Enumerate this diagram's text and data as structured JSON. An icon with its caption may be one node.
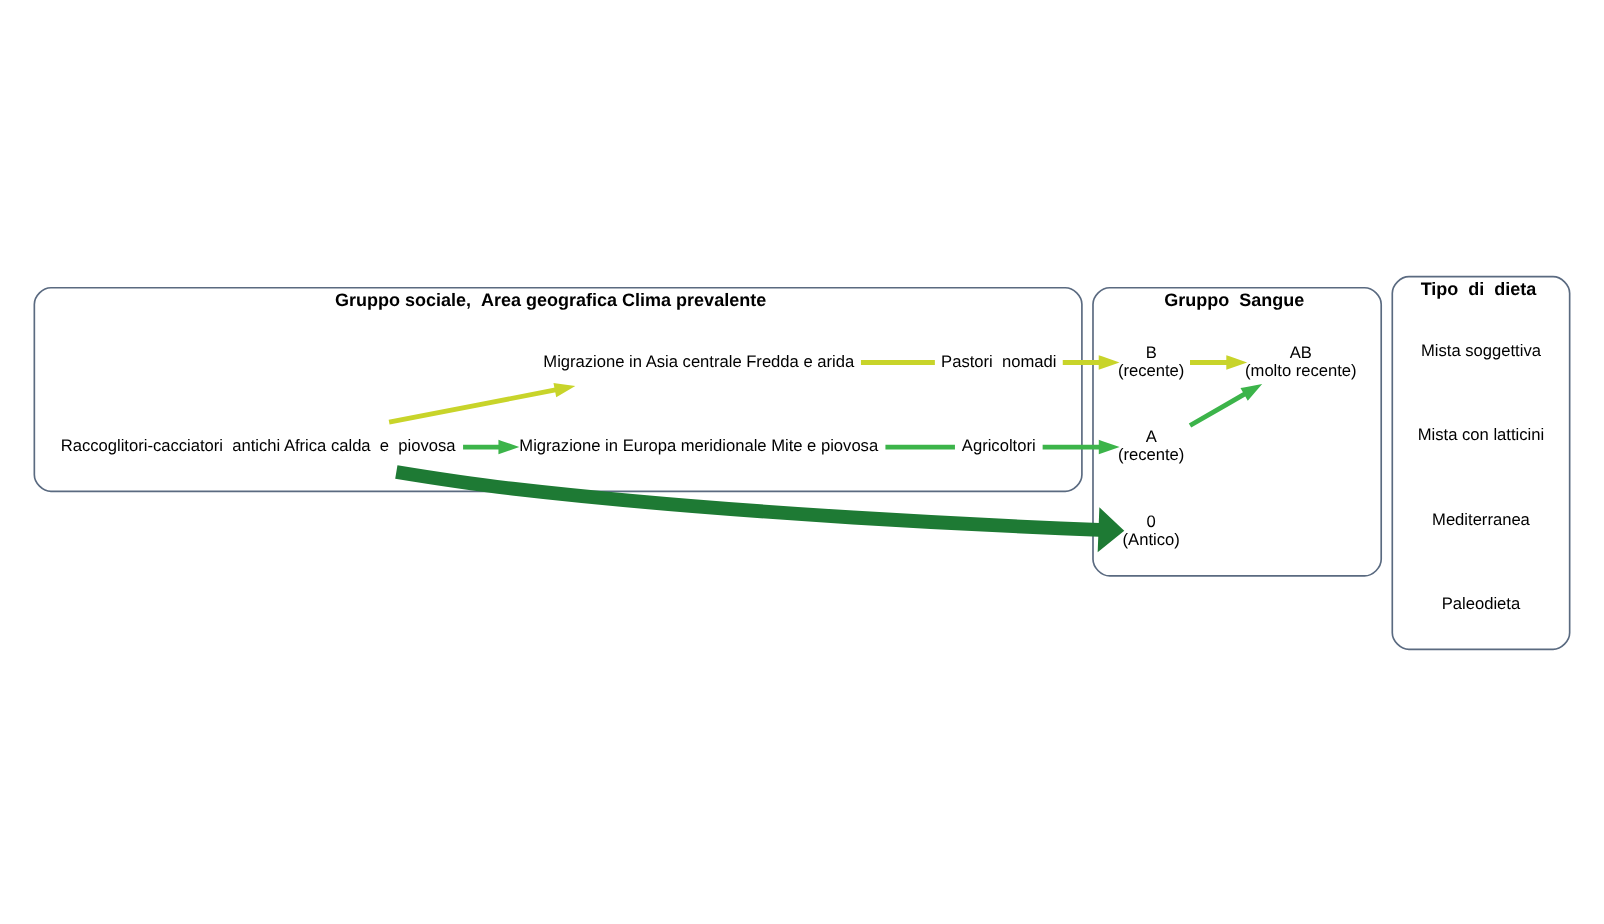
{
  "diagram": {
    "nodes": [
      {
        "text": [
          "Gruppo sociale,  Area geografica Clima prevalente"
        ]
      },
      {
        "text": [
          "Raccoglitori-cacciatori  antichi Africa calda  e  piovosa"
        ],
        "in": 0
      },
      {
        "text": [
          "Migrazione in Europa meridionale Mite e piovosa"
        ],
        "in": 0
      },
      {
        "text": [
          "Agricoltori"
        ],
        "in": 0
      },
      {
        "text": [
          "Migrazione in Asia centrale Fredda e arida"
        ],
        "in": 0
      },
      {
        "text": [
          "Pastori  nomadi"
        ],
        "in": 0
      },
      {
        "text": [
          "Gruppo  Sangue"
        ]
      },
      {
        "text": [
          "0",
          "(Antico)"
        ],
        "in": 6
      },
      {
        "text": [
          "A",
          "(recente)"
        ],
        "in": 6
      },
      {
        "text": [
          "AB",
          "(molto recente)"
        ],
        "in": 6
      },
      {
        "text": [
          "B",
          "(recente)"
        ],
        "in": 6
      },
      {
        "text": [
          "Tipo  di  dieta"
        ]
      },
      {
        "text": [
          "Paleodieta"
        ],
        "in": 11
      },
      {
        "text": [
          "Mediterranea"
        ],
        "in": 11
      },
      {
        "text": [
          "Mista soggettiva"
        ],
        "in": 11
      },
      {
        "text": [
          "Mista con latticini"
        ],
        "in": 11
      }
    ],
    "edges": [
      {
        "from": 1,
        "to": 7,
        "arrow": "to",
        "style": "thick",
        "color": "#1e7a34"
      },
      {
        "from": 1,
        "to": 2,
        "arrow": "to",
        "color": "#3cb44a"
      },
      {
        "from": 1,
        "to": 4,
        "arrow": "to",
        "color": "#c8d42a"
      },
      {
        "from": 2,
        "to": 3,
        "arrow": "none",
        "color": "#3cb44a"
      },
      {
        "from": 3,
        "to": 8,
        "arrow": "to",
        "color": "#3cb44a"
      },
      {
        "from": 4,
        "to": 5,
        "arrow": "none",
        "color": "#c8d42a"
      },
      {
        "from": 5,
        "to": 10,
        "arrow": "to",
        "color": "#c8d42a"
      },
      {
        "from": 8,
        "to": 9,
        "arrow": "to",
        "color": "#3cb44a"
      },
      {
        "from": 10,
        "to": 9,
        "arrow": "to",
        "color": "#c8d42a"
      }
    ]
  }
}
